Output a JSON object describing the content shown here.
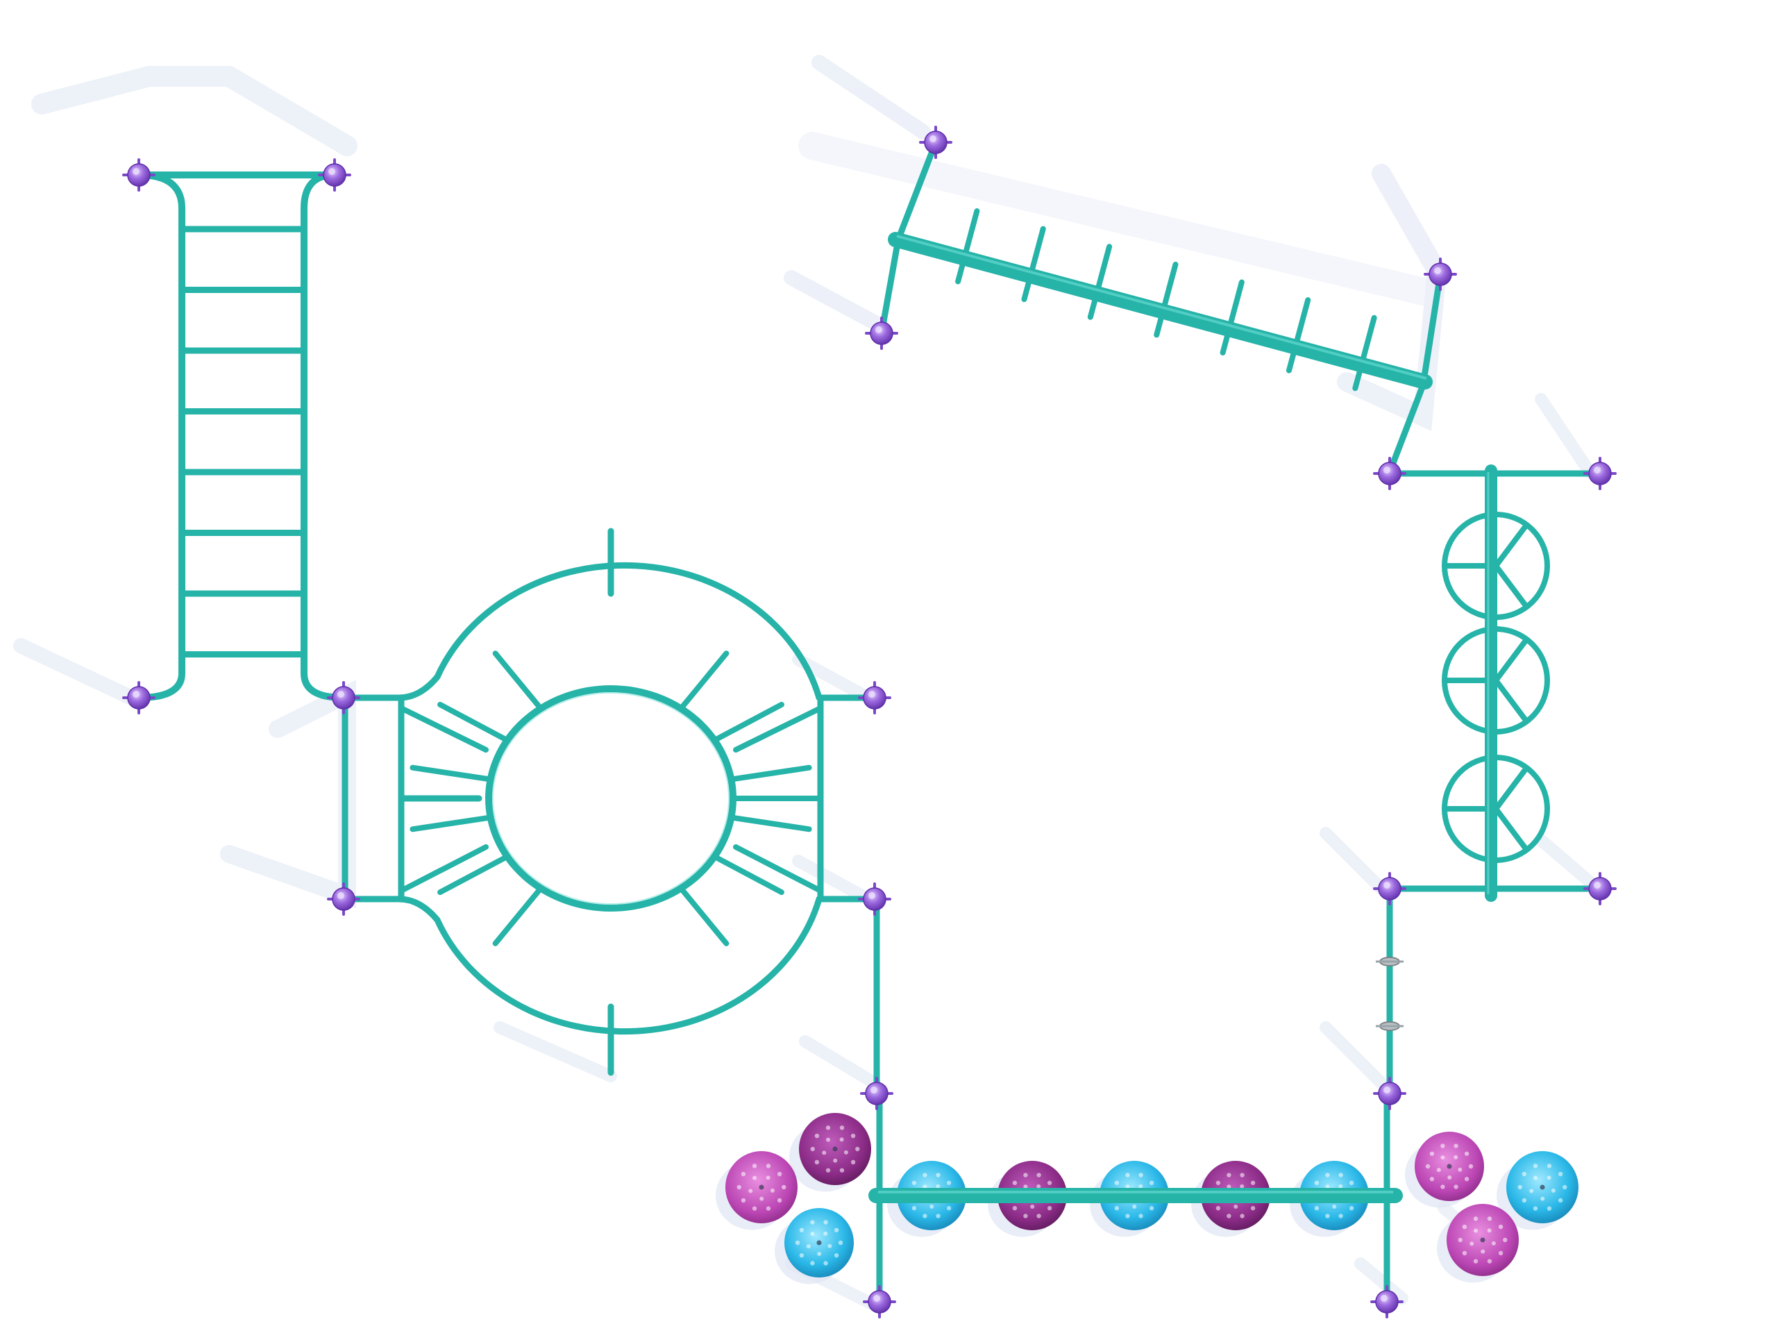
{
  "colors": {
    "background": "#ffffff",
    "frame_teal": "#26b3a8",
    "frame_teal_highlight": "#6fe0d6",
    "post_purple": "#8f5ad9",
    "post_purple_light": "#c9a6f5",
    "post_purple_dark": "#5e2ea8",
    "stepper_magenta": "#bb46b4",
    "stepper_magenta_light": "#e58fdc",
    "stepper_dark_magenta": "#8a2b86",
    "stepper_cyan": "#2ab8e8",
    "stepper_cyan_light": "#7fe2ff",
    "shadow": "#dde4f2",
    "clamp_gray": "#9aa3a8"
  },
  "icons": {
    "post": "mounting-post-icon",
    "stepper": "stepping-pod-icon",
    "clamp": "pipe-clamp-icon"
  },
  "components": [
    "overhead-ladder",
    "ring-climber",
    "angled-spine-climber",
    "triple-ring-panel",
    "stepping-pod-balance-beam"
  ]
}
